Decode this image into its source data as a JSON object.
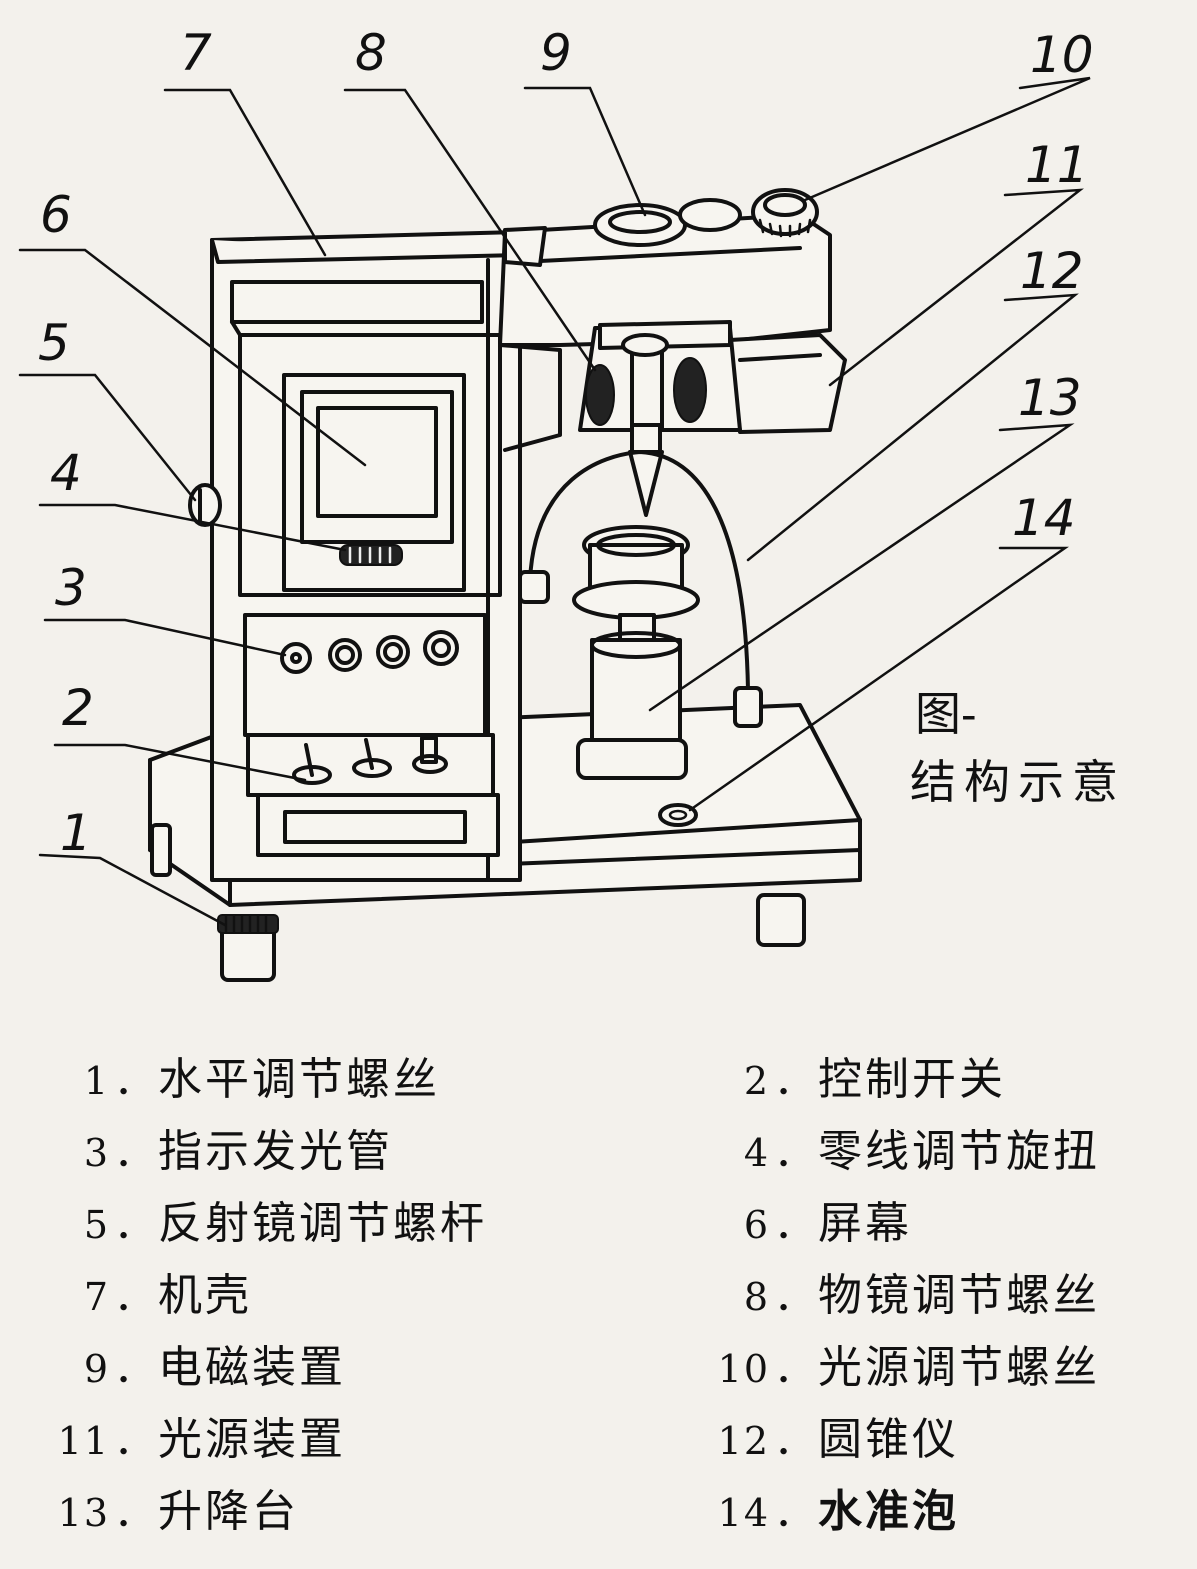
{
  "diagram": {
    "caption_line1": "图-",
    "caption_line2": "结构示意",
    "callouts": [
      "1",
      "2",
      "3",
      "4",
      "5",
      "6",
      "7",
      "8",
      "9",
      "10",
      "11",
      "12",
      "13",
      "14"
    ]
  },
  "legend": {
    "separator": "．",
    "items": [
      {
        "num": "1",
        "label": "水平调节螺丝"
      },
      {
        "num": "2",
        "label": "控制开关"
      },
      {
        "num": "3",
        "label": "指示发光管"
      },
      {
        "num": "4",
        "label": "零线调节旋扭"
      },
      {
        "num": "5",
        "label": "反射镜调节螺杆"
      },
      {
        "num": "6",
        "label": "屏幕"
      },
      {
        "num": "7",
        "label": "机壳"
      },
      {
        "num": "8",
        "label": "物镜调节螺丝"
      },
      {
        "num": "9",
        "label": "电磁装置"
      },
      {
        "num": "10",
        "label": "光源调节螺丝"
      },
      {
        "num": "11",
        "label": "光源装置"
      },
      {
        "num": "12",
        "label": "圆锥仪"
      },
      {
        "num": "13",
        "label": "升降台"
      },
      {
        "num": "14",
        "label": "水准泡"
      }
    ]
  }
}
